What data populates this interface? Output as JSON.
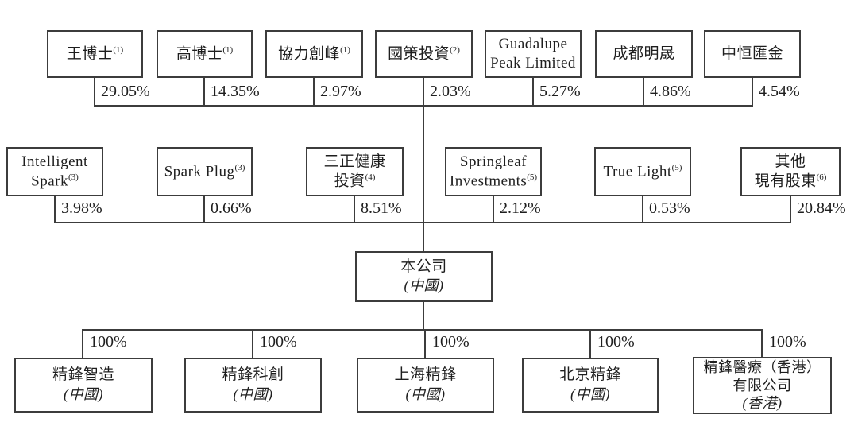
{
  "diagram": {
    "title": "shareholding-structure-chart",
    "colors": {
      "line": "#3c3c3c",
      "text": "#1e1e1e",
      "background": "#ffffff"
    }
  },
  "top_row": [
    {
      "name": "王博士",
      "sup": "(1)",
      "pct": "29.05%"
    },
    {
      "name": "高博士",
      "sup": "(1)",
      "pct": "14.35%"
    },
    {
      "name": "協力創峰",
      "sup": "(1)",
      "pct": "2.97%"
    },
    {
      "name": "國策投資",
      "sup": "(2)",
      "pct": "2.03%"
    },
    {
      "name": "Guadalupe Peak Limited",
      "sup": "",
      "pct": "5.27%"
    },
    {
      "name": "成都明晟",
      "sup": "",
      "pct": "4.86%"
    },
    {
      "name": "中恒匯金",
      "sup": "",
      "pct": "4.54%"
    }
  ],
  "mid_row": [
    {
      "line1": "Intelligent",
      "line2": "Spark",
      "sup": "(3)",
      "pct": "3.98%"
    },
    {
      "line1": "Spark Plug",
      "line2": "",
      "sup": "(3)",
      "pct": "0.66%"
    },
    {
      "line1": "三正健康",
      "line2": "投資",
      "sup": "(4)",
      "pct": "8.51%"
    },
    {
      "line1": "Springleaf",
      "line2": "Investments",
      "sup": "(5)",
      "pct": "2.12%"
    },
    {
      "line1": "True Light",
      "line2": "",
      "sup": "(5)",
      "pct": "0.53%"
    },
    {
      "line1": "其他",
      "line2": "現有股東",
      "sup": "(6)",
      "pct": "20.84%"
    }
  ],
  "company": {
    "name": "本公司",
    "region": "(中國)"
  },
  "bottom_row": [
    {
      "line1": "精鋒智造",
      "line2": "",
      "region": "(中國)",
      "pct": "100%"
    },
    {
      "line1": "精鋒科創",
      "line2": "",
      "region": "(中國)",
      "pct": "100%"
    },
    {
      "line1": "上海精鋒",
      "line2": "",
      "region": "(中國)",
      "pct": "100%"
    },
    {
      "line1": "北京精鋒",
      "line2": "",
      "region": "(中國)",
      "pct": "100%"
    },
    {
      "line1": "精鋒醫療（香港）",
      "line2": "有限公司",
      "region": "(香港)",
      "pct": "100%"
    }
  ]
}
